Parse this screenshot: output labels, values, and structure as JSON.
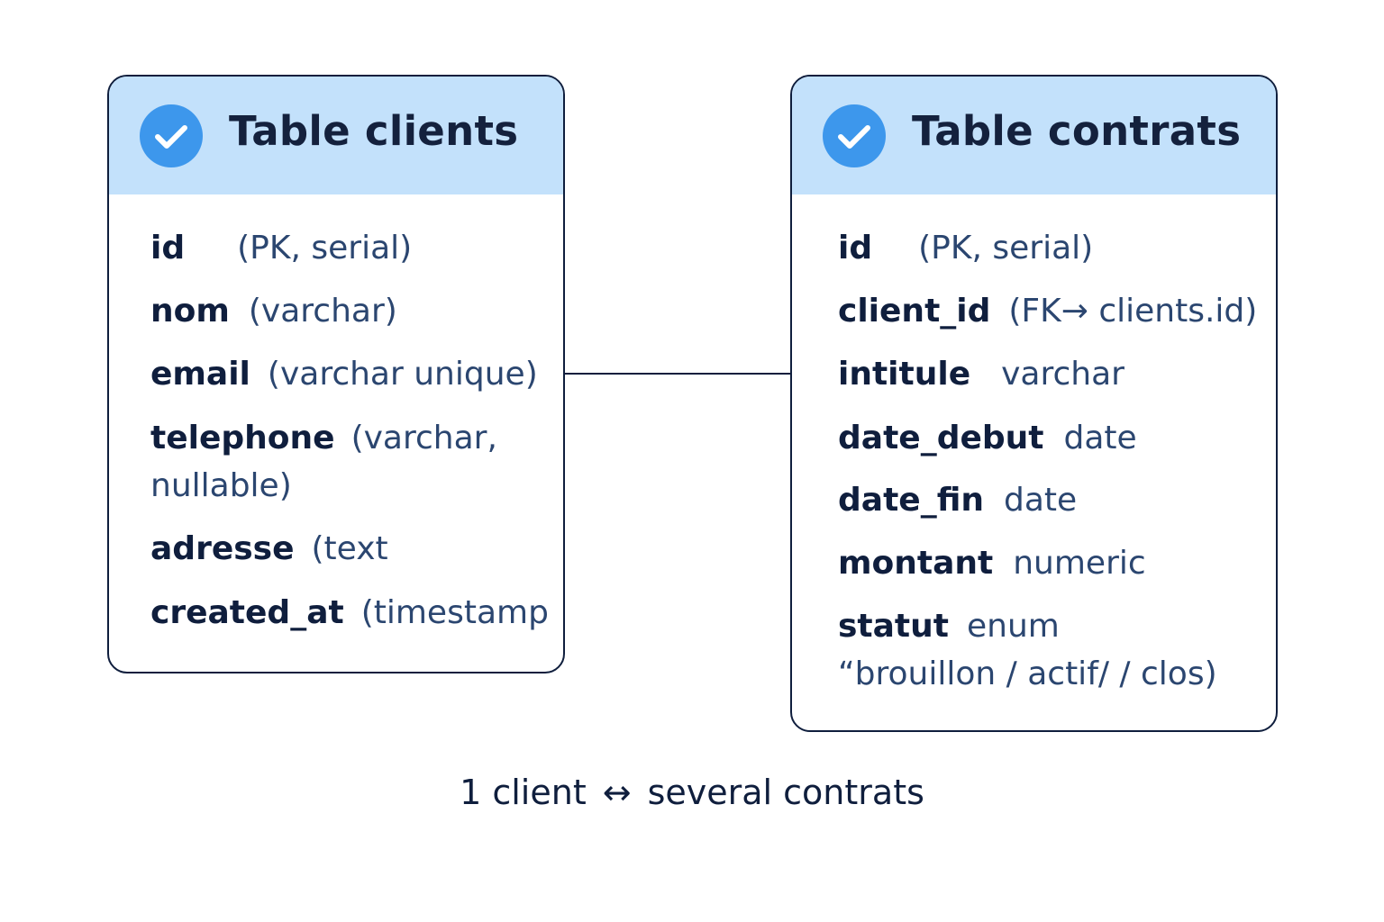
{
  "tables": [
    {
      "title": "Table clients",
      "icon": "check-circle-icon",
      "header_color": "#c3e1fb",
      "badge_color": "#3d97ec",
      "fields": [
        {
          "name": "id",
          "type": "(PK, serial)"
        },
        {
          "name": "nom",
          "type": "(varchar)"
        },
        {
          "name": "email",
          "type": "(varchar unique)"
        },
        {
          "name": "telephone",
          "type": "(varchar,",
          "type_cont": "nullable)"
        },
        {
          "name": "adresse",
          "type": "(text"
        },
        {
          "name": "created_at",
          "type": "(timestamp"
        }
      ]
    },
    {
      "title": "Table contrats",
      "icon": "check-circle-icon",
      "header_color": "#c3e1fb",
      "badge_color": "#3d97ec",
      "fields": [
        {
          "name": "id",
          "type": "(PK, serial)"
        },
        {
          "name": "client_id",
          "type": "(FK→ clients.id)"
        },
        {
          "name": "intitule",
          "type": "varchar"
        },
        {
          "name": "date_debut",
          "type": "date"
        },
        {
          "name": "date_fin",
          "type": "date"
        },
        {
          "name": "montant",
          "type": "numeric"
        },
        {
          "name": "statut",
          "type": "enum",
          "type_cont": "“brouillon /  actif/ / clos)"
        }
      ]
    }
  ],
  "relationship": {
    "left": "1 client",
    "arrow": "↔",
    "right": "several contrats"
  }
}
